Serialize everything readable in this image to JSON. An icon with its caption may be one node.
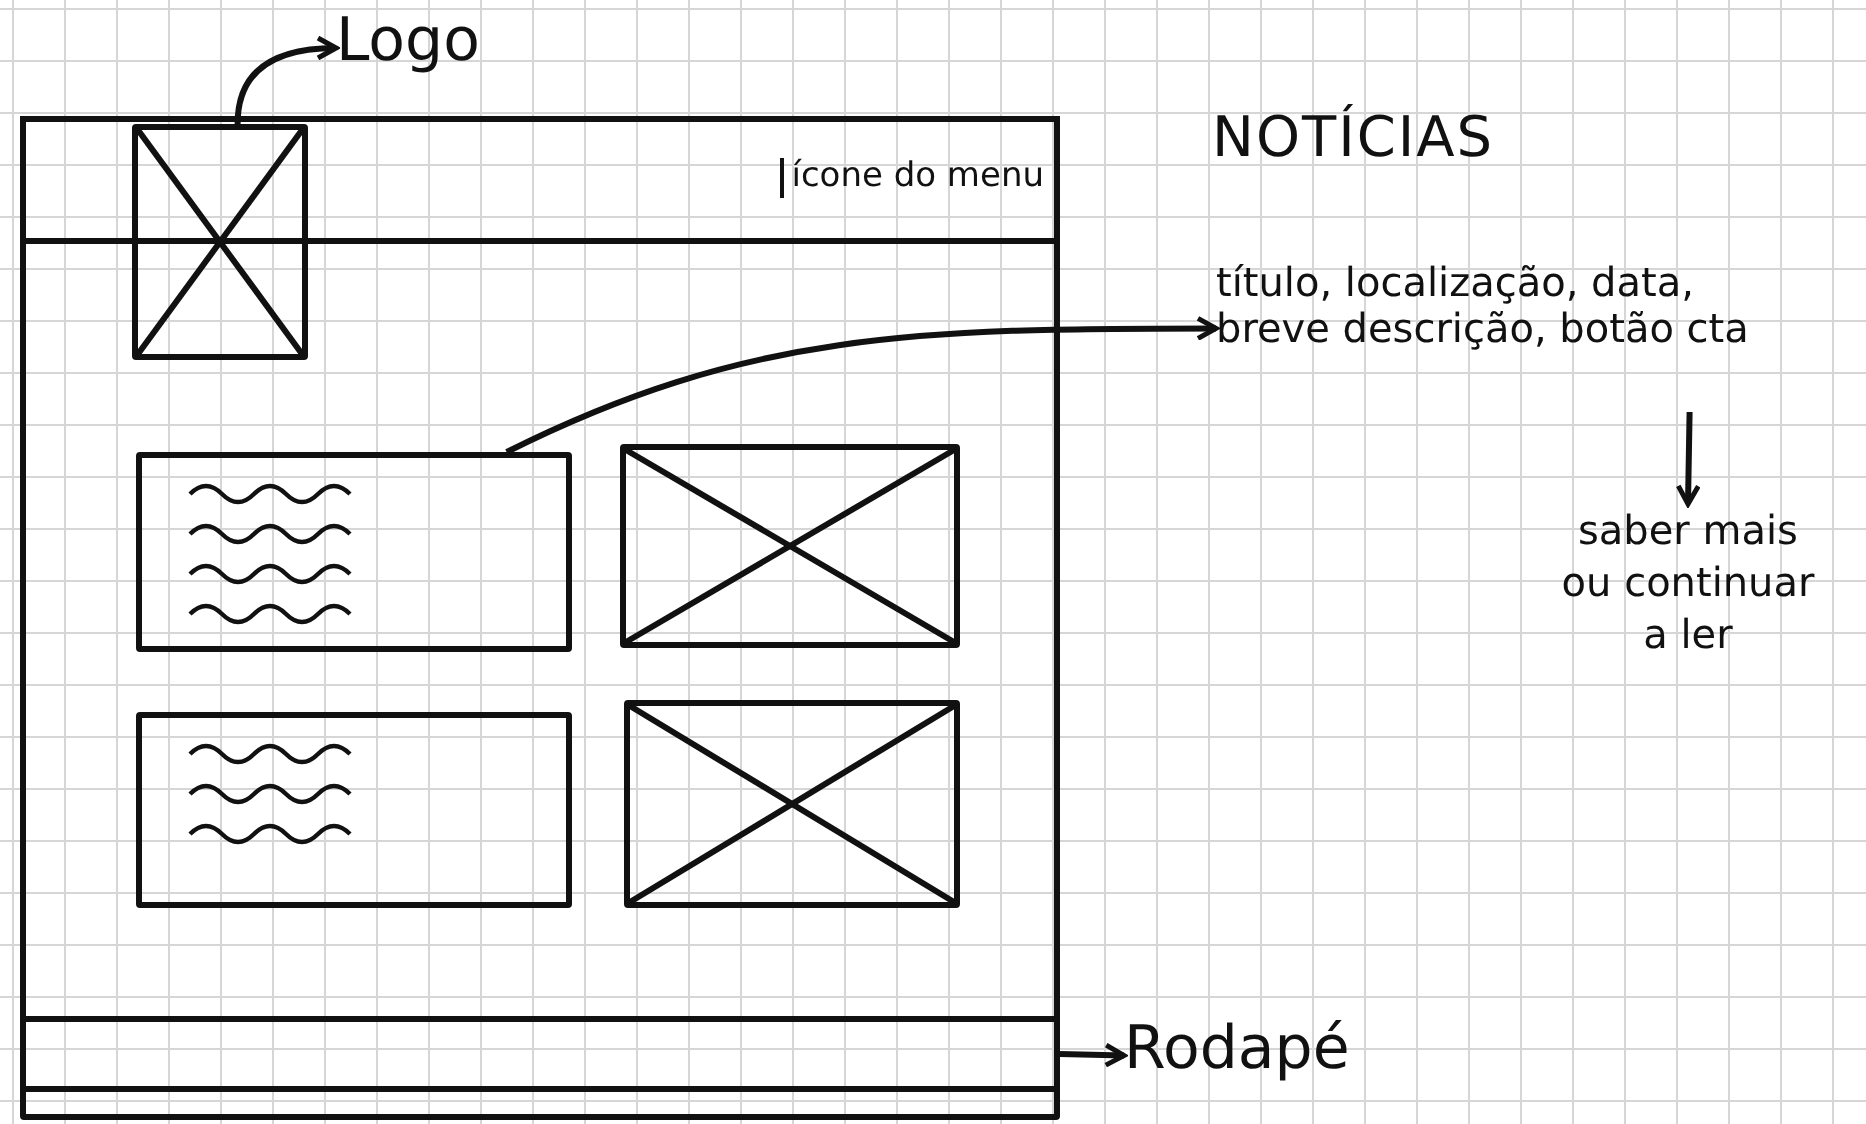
{
  "diagram": {
    "title": "NOTÍCIAS",
    "nodes": [
      {
        "text": [],
        "shape": "box"
      },
      {
        "text": [
          "ícone do menu"
        ],
        "in": 0
      },
      {
        "text": [],
        "shape": "box",
        "in": 0
      },
      {
        "text": [
          "Logo"
        ]
      },
      {
        "text": [],
        "shape": "box",
        "in": 0
      },
      {
        "text": [],
        "shape": "box",
        "in": 0
      },
      {
        "text": [],
        "shape": "box",
        "in": 0
      },
      {
        "text": [],
        "shape": "box",
        "in": 0
      },
      {
        "text": [],
        "shape": "bar",
        "in": 0
      },
      {
        "text": [
          "Rodapé"
        ]
      },
      {
        "text": [
          "título, localização, data, breve descrição, botão cta"
        ]
      },
      {
        "text": [
          "saber mais ou continuar a ler"
        ]
      }
    ],
    "edges": [
      {
        "from": 2,
        "to": 3,
        "arrow": "to"
      },
      {
        "from": 4,
        "to": 10,
        "arrow": "to"
      },
      {
        "from": 8,
        "to": 9,
        "arrow": "to"
      },
      {
        "from": 10,
        "to": 11,
        "arrow": "to"
      }
    ]
  }
}
